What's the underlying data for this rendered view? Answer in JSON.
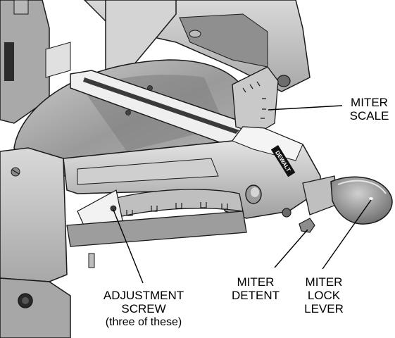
{
  "labels": {
    "miter_scale": [
      "MITER",
      "SCALE"
    ],
    "miter_detent": [
      "MITER",
      "DETENT"
    ],
    "miter_lock_lever": [
      "MITER",
      "LOCK",
      "LEVER"
    ],
    "adjustment_screw": [
      "ADJUSTMENT",
      "SCREW",
      "(three of these)"
    ]
  },
  "brand": "DEWALT",
  "colors": {
    "metal_light": "#e6e6e6",
    "metal_mid": "#bdbdbd",
    "metal_dark": "#8a8a8a",
    "shadow": "#5e5e5e",
    "outline": "#1a1a1a"
  }
}
